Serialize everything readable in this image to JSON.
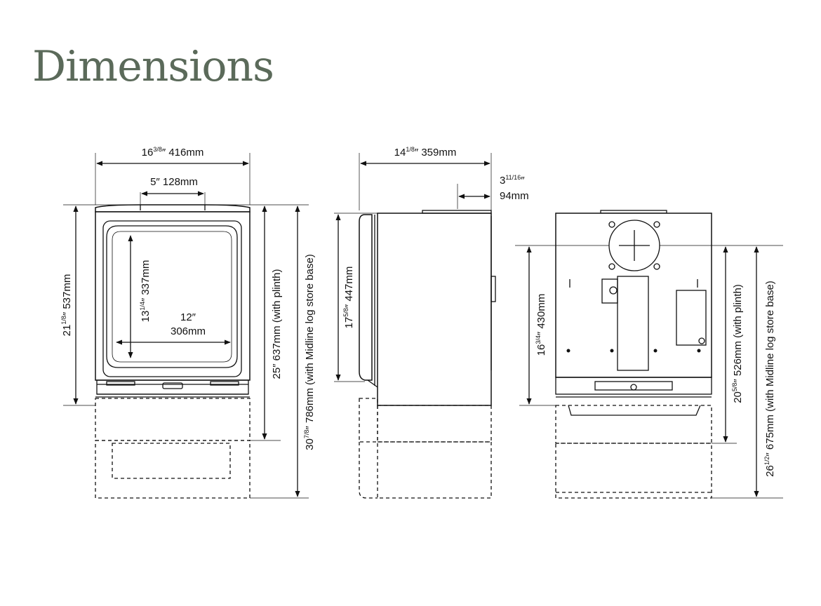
{
  "page": {
    "title": "Dimensions",
    "title_color": "#5b6a5a"
  },
  "front_view": {
    "overall_width": {
      "whole": "16",
      "frac": "3/8",
      "rest": "″ 416mm"
    },
    "flue_width": {
      "text": "5″ 128mm"
    },
    "height": {
      "whole": "21",
      "frac": "1/8",
      "rest": "″ 537mm"
    },
    "glass_height": {
      "whole": "13",
      "frac": "1/4",
      "rest": "″ 337mm"
    },
    "glass_width_in": {
      "text": "12″"
    },
    "glass_width_mm": {
      "text": "306mm"
    },
    "height_plinth": {
      "text": "25″ 637mm (with plinth)"
    },
    "height_log_store": {
      "whole": "30",
      "frac": "7/8",
      "rest": "″ 786mm (with Midline log store base)"
    }
  },
  "side_view": {
    "depth": {
      "whole": "14",
      "frac": "1/8",
      "rest": "″ 359mm"
    },
    "flue_offset_in": {
      "whole": "3",
      "frac": "11/16",
      "rest": "″"
    },
    "flue_offset_mm": {
      "text": "94mm"
    },
    "door_height": {
      "whole": "17",
      "frac": "5/8",
      "rest": "″ 447mm"
    }
  },
  "rear_view": {
    "flue_centre_height": {
      "whole": "16",
      "frac": "3/4",
      "rest": "″ 430mm"
    },
    "height_plinth": {
      "whole": "20",
      "frac": "5/8",
      "rest": "″ 526mm (with plinth)"
    },
    "height_log_store": {
      "whole": "26",
      "frac": "1/2",
      "rest": "″ 675mm (with Midline log store base)"
    }
  }
}
